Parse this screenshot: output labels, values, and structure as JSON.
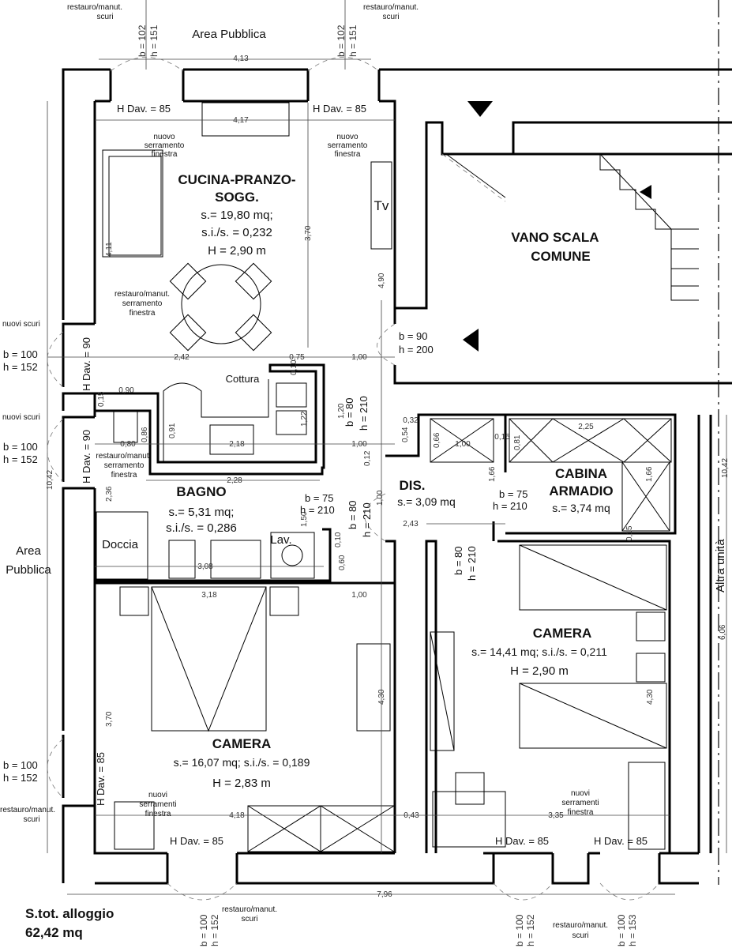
{
  "top": {
    "area_label": "Area Pubblica",
    "shutter_note_l1": "restauro/manut.",
    "shutter_note_l2": "scuri",
    "window_b": "b = 102",
    "window_h": "h = 151",
    "dim_outer": "4,13",
    "dim_inner": "4,17",
    "sill": "H Dav. = 85",
    "new_window_l1": "nuovo",
    "new_window_l2": "serramento",
    "new_window_l3": "finestra"
  },
  "kitchen": {
    "name_l1": "CUCINA-PRANZO-",
    "name_l2": "SOGG.",
    "area": "s.= 19,80 mq;",
    "ratio": "s.i./s. = 0,232",
    "height": "H = 2,90 m",
    "tv": "Tv",
    "cooking": "Cottura",
    "dims": [
      "3,70",
      "4,11",
      "4,90",
      "2,42",
      "0,75",
      "1,00",
      "0,10",
      "0,90",
      "0,15",
      "0,80",
      "0,86",
      "0,91",
      "2,18",
      "1,22",
      "1,20",
      "1,00",
      "0,12"
    ]
  },
  "stair": {
    "name_l1": "VANO SCALA",
    "name_l2": "COMUNE",
    "door_b": "b = 90",
    "door_h": "h = 200"
  },
  "left": {
    "new_shutters": "nuovi scuri",
    "note_l1": "restauro/manut.",
    "note_l2": "serramento",
    "note_l3": "finestra",
    "note2_l1": "restauro/manut",
    "window_b": "b = 100",
    "window_h": "h = 152",
    "sill90": "H Dav. = 90",
    "sill85": "H Dav. = 85",
    "total_dim": "10,42",
    "area_l1": "Area",
    "area_l2": "Pubblica"
  },
  "bathroom": {
    "name": "BAGNO",
    "area": "s.= 5,31  mq;",
    "ratio": "s.i./s. = 0,286",
    "shower": "Doccia",
    "sink": "Lav.",
    "door_b": "b = 75",
    "door_h": "h = 210",
    "door2_b": "b = 80",
    "door2_h": "h = 210",
    "dims": [
      "2,36",
      "2,28",
      "1,50",
      "1,00",
      "0,10",
      "0,60",
      "3,08",
      "1,00",
      "3,18"
    ]
  },
  "hall": {
    "name": "DIS.",
    "area": "s.= 3,09  mq",
    "dims": [
      "2,43",
      "0,32",
      "0,54",
      "0,66",
      "1,00",
      "0,15",
      "0,81",
      "2,25",
      "1,66",
      "1,66",
      "0,15"
    ],
    "door_b": "b = 80",
    "door_h": "h = 210"
  },
  "closet": {
    "name_l1": "CABINA",
    "name_l2": "ARMADIO",
    "area": "s.= 3,74  mq",
    "door_b": "b = 75",
    "door_h": "h = 210"
  },
  "bedroom_right": {
    "name": "CAMERA",
    "area": "s.= 14,41  mq; s.i./s. = 0,211",
    "height": "H = 2,90 m",
    "dims": [
      "4,30",
      "6,06",
      "10,42"
    ]
  },
  "neighbor": {
    "label": "Altra unità"
  },
  "bedroom_left": {
    "name": "CAMERA",
    "area": "s.= 16,07  mq; s.i./s. = 0,189",
    "height": "H = 2,83 m",
    "dims": [
      "3,70",
      "4,30",
      "4,18",
      "0,43",
      "3,35"
    ]
  },
  "bottom": {
    "new_windows_l1": "nuovi",
    "new_windows_l2": "serramenti",
    "new_windows_l3": "finestra",
    "shutter_l1": "restauro/manut.",
    "shutter_l2": "scuri",
    "sill": "H Dav. = 85",
    "dim_total": "7,96",
    "w1_b": "b = 100",
    "w1_h": "h = 152",
    "w2_b": "b = 100",
    "w2_h": "h = 152",
    "w3_b": "b = 100",
    "w3_h": "h = 153"
  },
  "summary": {
    "label": "S.tot. alloggio",
    "value": "62,42 mq"
  }
}
